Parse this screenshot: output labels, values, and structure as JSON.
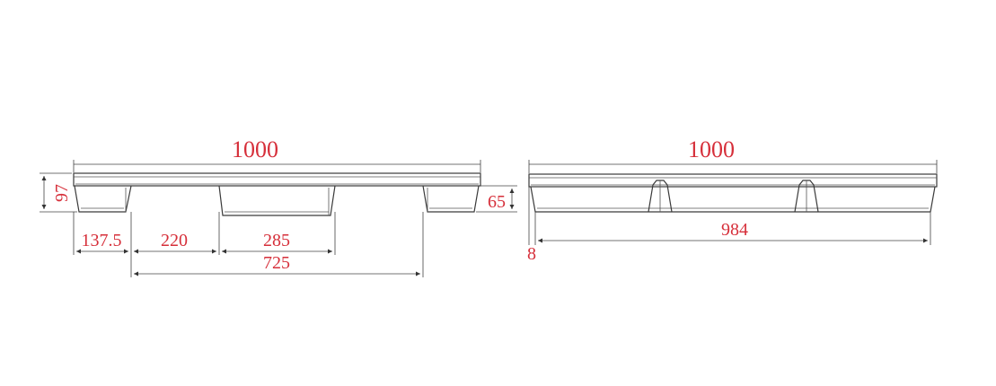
{
  "colors": {
    "dimension_text": "#d62f3a",
    "outline": "#3a3a3a",
    "dimension_line": "#444444"
  },
  "side_view": {
    "overall_length": "1000",
    "overall_height": "97",
    "foot_height": "65",
    "edge_to_first_foot": "137.5",
    "foot_gap": "220",
    "middle_foot_width": "285",
    "foot_span": "725"
  },
  "end_view": {
    "overall_length": "1000",
    "inner_length": "984",
    "edge_offset": "8"
  }
}
